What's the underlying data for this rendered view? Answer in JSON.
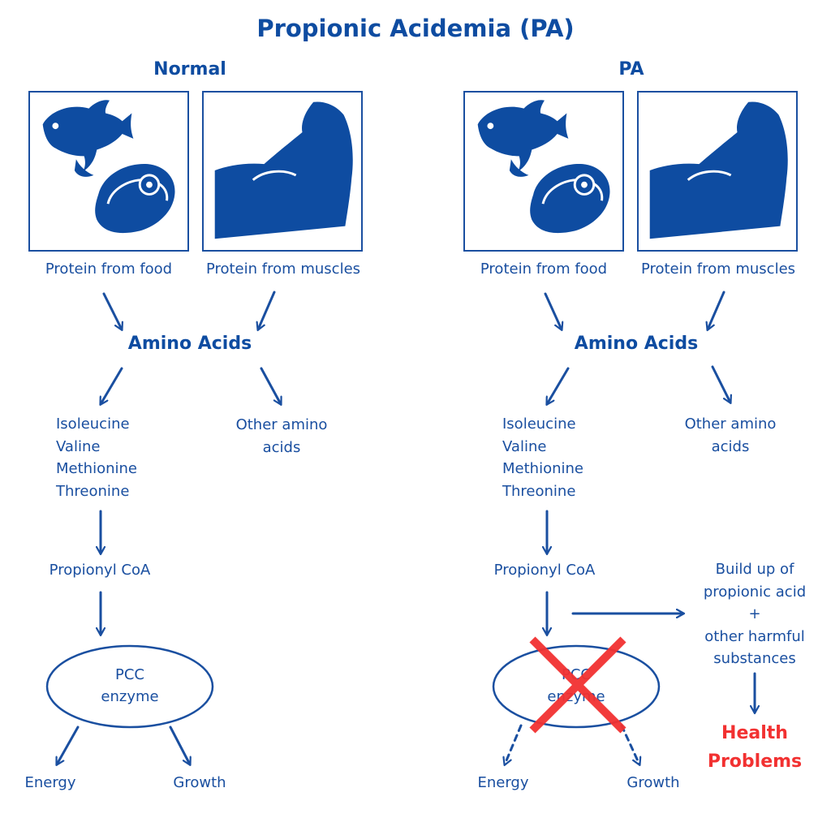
{
  "title": "Propionic Acidemia (PA)",
  "normal": {
    "heading": "Normal",
    "food_label": "Protein from food",
    "muscle_label": "Protein from muscles",
    "amino_acids": "Amino Acids",
    "specific_amino_acids": [
      "Isoleucine",
      "Valine",
      "Methionine",
      "Threonine"
    ],
    "other_amino_acids": [
      "Other amino",
      "acids"
    ],
    "propionyl": "Propionyl CoA",
    "enzyme": [
      "PCC",
      "enzyme"
    ],
    "energy": "Energy",
    "growth": "Growth"
  },
  "pa": {
    "heading": "PA",
    "food_label": "Protein from food",
    "muscle_label": "Protein from muscles",
    "amino_acids": "Amino Acids",
    "specific_amino_acids": [
      "Isoleucine",
      "Valine",
      "Methionine",
      "Threonine"
    ],
    "other_amino_acids": [
      "Other amino",
      "acids"
    ],
    "propionyl": "Propionyl CoA",
    "enzyme": [
      "PCC",
      "enzyme"
    ],
    "energy": "Energy",
    "growth": "Growth",
    "buildup": [
      "Build up of",
      "propionic acid",
      "+",
      "other harmful",
      "substances"
    ],
    "health_problems": [
      "Health",
      "Problems"
    ]
  },
  "colors": {
    "primary": "#0e4ca1",
    "text": "#1a4fa0",
    "alert": "#f23131"
  },
  "icons": {
    "food": [
      "fish-icon",
      "steak-icon"
    ],
    "muscle": "flexed-arm-icon",
    "blocked": "red-x-icon"
  }
}
